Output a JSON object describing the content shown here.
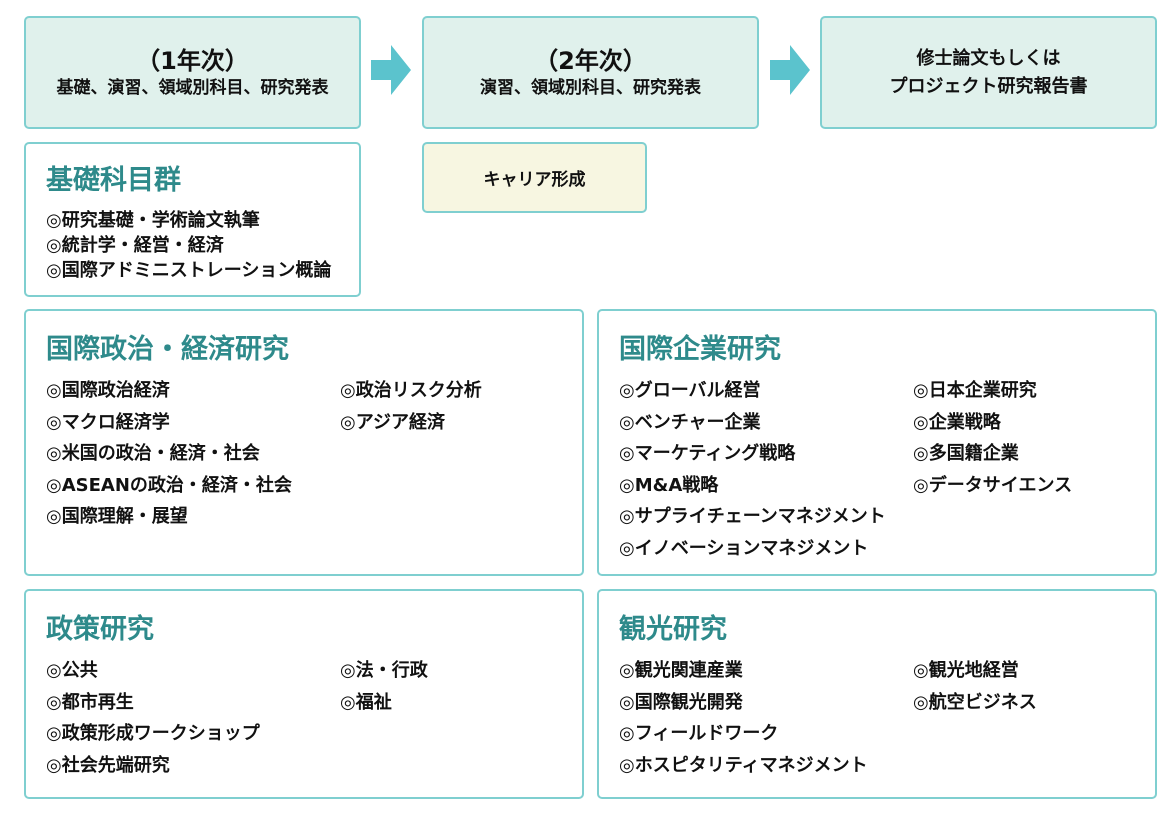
{
  "stages": [
    {
      "title": "（1年次）",
      "sub": "基礎、演習、領域別科目、研究発表"
    },
    {
      "title": "（2年次）",
      "sub": "演習、領域別科目、研究発表"
    },
    {
      "title": "修士論文もしくは\nプロジェクト研究報告書"
    }
  ],
  "career": "キャリア形成",
  "foundation": {
    "title": "基礎科目群",
    "items": [
      "◎研究基礎・学術論文執筆",
      "◎統計学・経営・経済",
      "◎国際アドミニストレーション概論"
    ]
  },
  "sections": [
    {
      "title": "国際政治・経済研究",
      "col1": [
        "◎国際政治経済",
        "◎マクロ経済学",
        "◎米国の政治・経済・社会",
        "◎ASEANの政治・経済・社会",
        "◎国際理解・展望"
      ],
      "col2": [
        "◎政治リスク分析",
        "◎アジア経済"
      ]
    },
    {
      "title": "国際企業研究",
      "col1": [
        "◎グローバル経営",
        "◎ベンチャー企業",
        "◎マーケティング戦略",
        "◎M&A戦略",
        "◎サプライチェーンマネジメント",
        "◎イノベーションマネジメント"
      ],
      "col2": [
        "◎日本企業研究",
        "◎企業戦略",
        "◎多国籍企業",
        "◎データサイエンス"
      ]
    },
    {
      "title": "政策研究",
      "col1": [
        "◎公共",
        "◎都市再生",
        "◎政策形成ワークショップ",
        "◎社会先端研究"
      ],
      "col2": [
        "◎法・行政",
        "◎福祉"
      ]
    },
    {
      "title": "観光研究",
      "col1": [
        "◎観光関連産業",
        "◎国際観光開発",
        "◎フィールドワーク",
        "◎ホスピタリティマネジメント"
      ],
      "col2": [
        "◎観光地経営",
        "◎航空ビジネス"
      ]
    }
  ],
  "colors": {
    "border": "#7fcfd0",
    "stage_bg": "#e0f1ec",
    "career_bg": "#f7f6e1",
    "arrow": "#5bc3cd",
    "heading": "#2e8a8b"
  },
  "icons": {
    "arrow": "right-arrow-icon"
  }
}
